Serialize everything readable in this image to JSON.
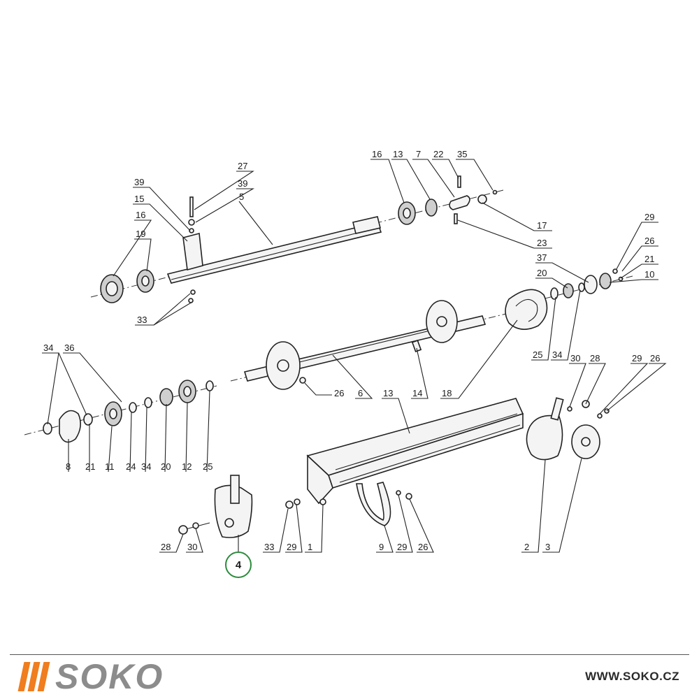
{
  "colors": {
    "accent_orange": "#f07d1e",
    "logo_gray": "#8c8c8c",
    "highlight_ring": "#2e8b3e",
    "ink": "#222222"
  },
  "diagram": {
    "labels": [
      {
        "id": "l27a",
        "text": "27"
      },
      {
        "id": "l39a",
        "text": "39"
      },
      {
        "id": "l39b",
        "text": "39"
      },
      {
        "id": "l15",
        "text": "15"
      },
      {
        "id": "l5",
        "text": "5"
      },
      {
        "id": "l16a",
        "text": "16"
      },
      {
        "id": "l19",
        "text": "19"
      },
      {
        "id": "l33a",
        "text": "33"
      },
      {
        "id": "l16b",
        "text": "16"
      },
      {
        "id": "l13a",
        "text": "13"
      },
      {
        "id": "l7",
        "text": "7"
      },
      {
        "id": "l22",
        "text": "22"
      },
      {
        "id": "l35",
        "text": "35"
      },
      {
        "id": "l17",
        "text": "17"
      },
      {
        "id": "l23",
        "text": "23"
      },
      {
        "id": "l29a",
        "text": "29"
      },
      {
        "id": "l26a",
        "text": "26"
      },
      {
        "id": "l21a",
        "text": "21"
      },
      {
        "id": "l37",
        "text": "37"
      },
      {
        "id": "l10",
        "text": "10"
      },
      {
        "id": "l20a",
        "text": "20"
      },
      {
        "id": "l25a",
        "text": "25"
      },
      {
        "id": "l34a",
        "text": "34"
      },
      {
        "id": "l30a",
        "text": "30"
      },
      {
        "id": "l28a",
        "text": "28"
      },
      {
        "id": "l29b",
        "text": "29"
      },
      {
        "id": "l26b",
        "text": "26"
      },
      {
        "id": "l18",
        "text": "18"
      },
      {
        "id": "l14",
        "text": "14"
      },
      {
        "id": "l6",
        "text": "6"
      },
      {
        "id": "l26c",
        "text": "26"
      },
      {
        "id": "l13b",
        "text": "13"
      },
      {
        "id": "l34b",
        "text": "34"
      },
      {
        "id": "l36",
        "text": "36"
      },
      {
        "id": "l8",
        "text": "8"
      },
      {
        "id": "l21b",
        "text": "21"
      },
      {
        "id": "l11",
        "text": "11"
      },
      {
        "id": "l24",
        "text": "24"
      },
      {
        "id": "l34c",
        "text": "34"
      },
      {
        "id": "l20b",
        "text": "20"
      },
      {
        "id": "l12",
        "text": "12"
      },
      {
        "id": "l25b",
        "text": "25"
      },
      {
        "id": "l28b",
        "text": "28"
      },
      {
        "id": "l30b",
        "text": "30"
      },
      {
        "id": "l33b",
        "text": "33"
      },
      {
        "id": "l29c",
        "text": "29"
      },
      {
        "id": "l1",
        "text": "1"
      },
      {
        "id": "l9",
        "text": "9"
      },
      {
        "id": "l29d",
        "text": "29"
      },
      {
        "id": "l26d",
        "text": "26"
      },
      {
        "id": "l2",
        "text": "2"
      },
      {
        "id": "l3",
        "text": "3"
      }
    ],
    "highlighted_label": "4"
  },
  "footer": {
    "brand": "SOKO",
    "website": "WWW.SOKO.CZ"
  }
}
